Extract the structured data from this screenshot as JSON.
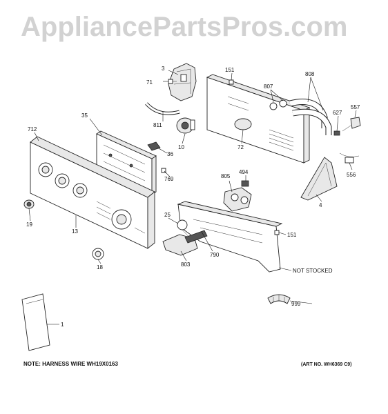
{
  "watermark": "AppliancePartsPros.com",
  "callouts": {
    "p1": "1",
    "p3": "3",
    "p4": "4",
    "p10": "10",
    "p13": "13",
    "p18": "18",
    "p19": "19",
    "p25": "25",
    "p35": "35",
    "p36": "36",
    "p71": "71",
    "p72": "72",
    "p151a": "151",
    "p151b": "151",
    "p494": "494",
    "p556": "556",
    "p557": "557",
    "p627": "627",
    "p712": "712",
    "p769": "769",
    "p790": "790",
    "p803": "803",
    "p805": "805",
    "p807": "807",
    "p808": "808",
    "p811": "811",
    "p999": "999",
    "not_stocked": "NOT STOCKED"
  },
  "notes": {
    "harness": "NOTE: HARNESS WIRE WH19X0163",
    "art_no": "(ART NO. WH6369 C9)"
  }
}
